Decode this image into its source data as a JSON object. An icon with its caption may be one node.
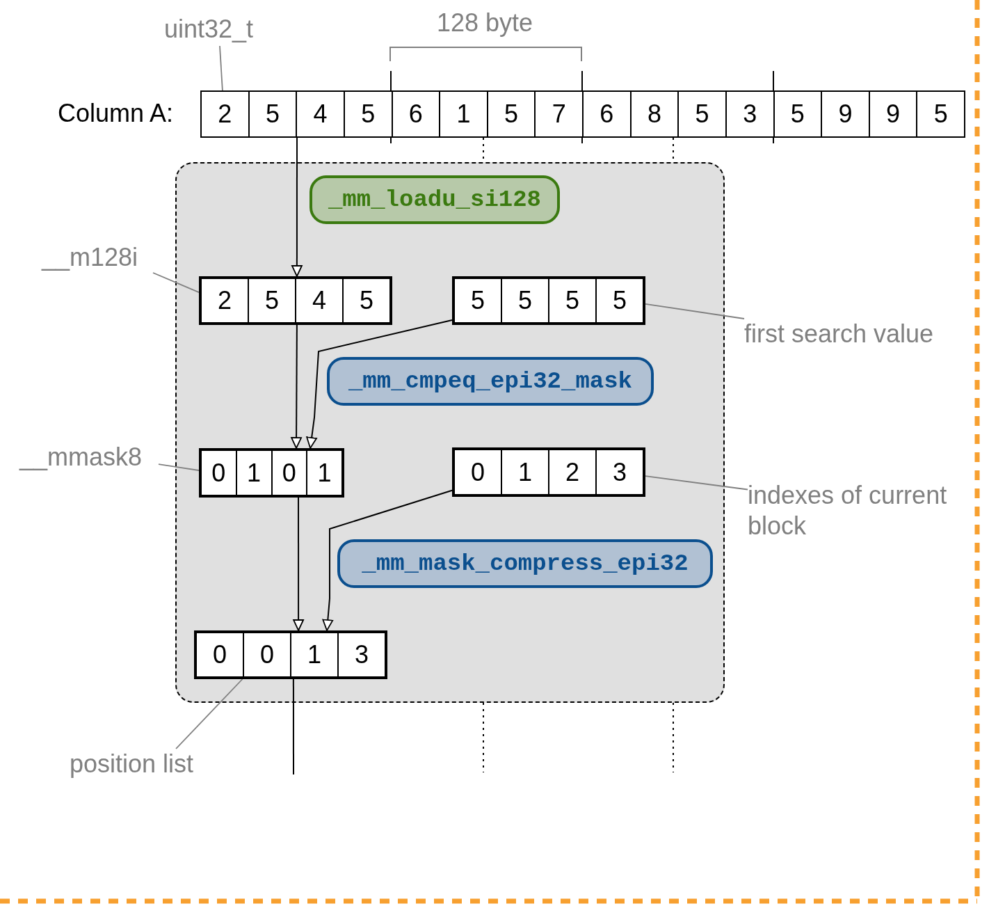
{
  "diagram": {
    "nodes": [
      {
        "text": [
          "2",
          "5",
          "4",
          "5",
          "6",
          "1",
          "5",
          "7",
          "6",
          "8",
          "5",
          "3",
          "5",
          "9",
          "9",
          "5"
        ],
        "beside": [
          "Column A:"
        ]
      },
      {
        "text": [],
        "shape": "box"
      },
      {
        "text": [
          "_mm_loadu_si128"
        ],
        "in": 1
      },
      {
        "text": [
          "2",
          "5",
          "4",
          "5"
        ],
        "in": 1
      },
      {
        "text": [
          "5",
          "5",
          "5",
          "5"
        ],
        "in": 1
      },
      {
        "text": [
          "_mm_cmpeq_epi32_mask"
        ],
        "in": 1
      },
      {
        "text": [
          "0",
          "1",
          "0",
          "1"
        ],
        "in": 1
      },
      {
        "text": [
          "0",
          "1",
          "2",
          "3"
        ],
        "in": 1
      },
      {
        "text": [
          "_mm_mask_compress_epi32"
        ],
        "in": 1
      },
      {
        "text": [
          "0",
          "0",
          "1",
          "3"
        ],
        "in": 1
      },
      {
        "text": [
          "uint32_t"
        ]
      },
      {
        "text": [
          "__m128i"
        ]
      },
      {
        "text": [
          "first search value"
        ]
      },
      {
        "text": [
          "__mmask8"
        ]
      },
      {
        "text": [
          "indexes of current block"
        ]
      },
      {
        "text": [
          "position list"
        ]
      }
    ],
    "edges": [
      {
        "from": 0,
        "to": 3,
        "arrow": "to"
      },
      {
        "from": 3,
        "to": 6,
        "arrow": "to"
      },
      {
        "from": 4,
        "to": 6,
        "arrow": "to"
      },
      {
        "from": 6,
        "to": 9,
        "arrow": "to"
      },
      {
        "from": 7,
        "to": 9,
        "arrow": "to"
      },
      {
        "from": 9,
        "to": null,
        "arrow": "none"
      },
      {
        "from": 10,
        "to": 0,
        "arrow": "none",
        "color": "#808080"
      },
      {
        "from": 11,
        "to": 3,
        "arrow": "none",
        "color": "#808080"
      },
      {
        "from": 12,
        "to": 4,
        "arrow": "none",
        "color": "#808080"
      },
      {
        "from": 13,
        "to": 6,
        "arrow": "none",
        "color": "#808080"
      },
      {
        "from": 14,
        "to": 7,
        "arrow": "none",
        "color": "#808080"
      },
      {
        "from": 15,
        "to": 9,
        "arrow": "none",
        "color": "#808080"
      }
    ],
    "labels": [
      "128 byte"
    ]
  }
}
